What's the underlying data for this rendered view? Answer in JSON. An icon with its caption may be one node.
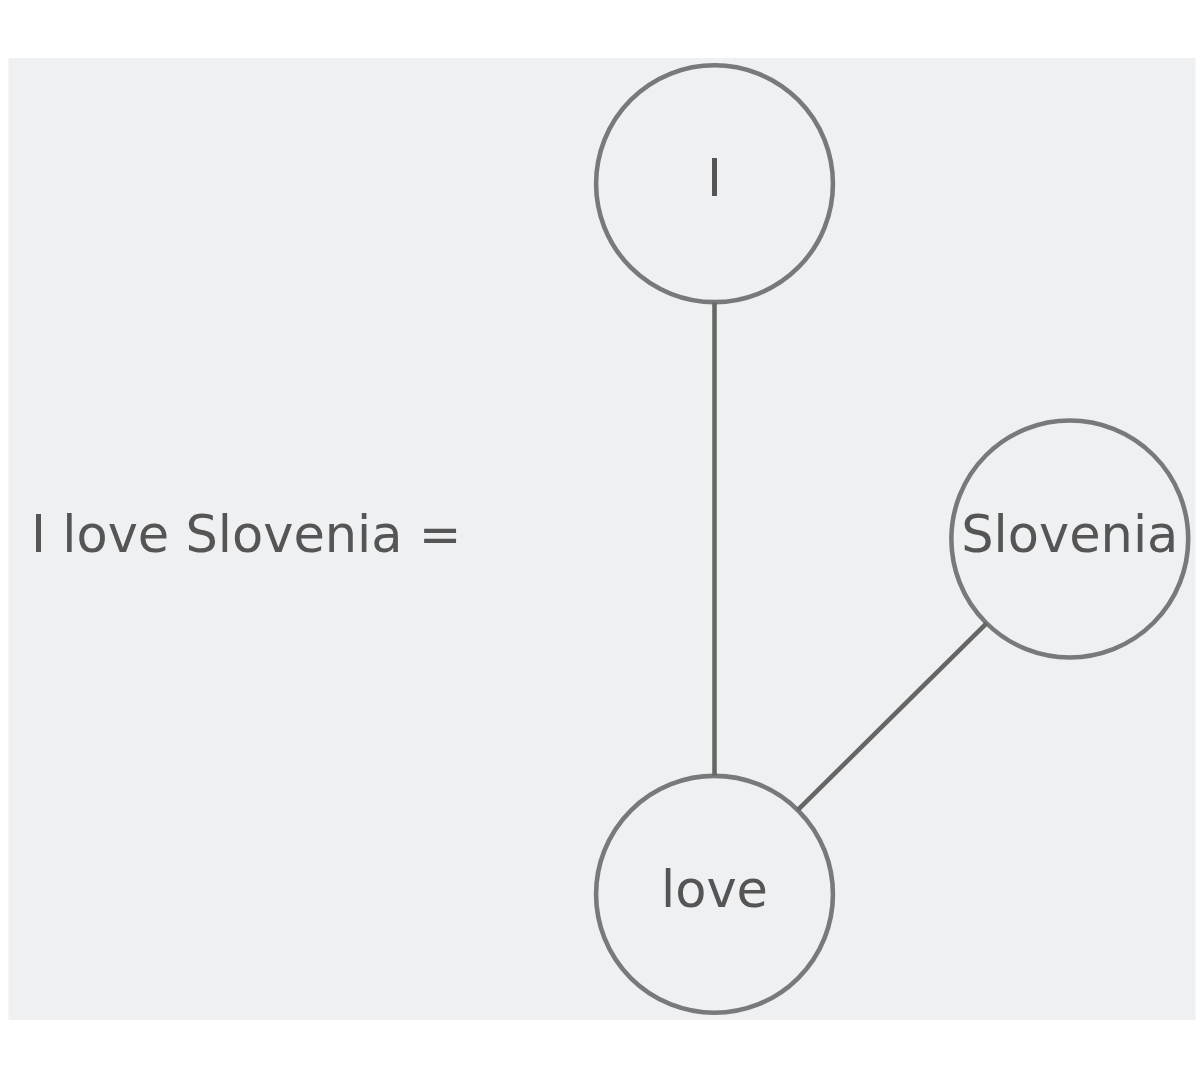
{
  "diagram": {
    "nodes": [
      {
        "text": [
          "I"
        ]
      },
      {
        "text": [
          "love"
        ]
      },
      {
        "text": [
          "Slovenia"
        ]
      }
    ],
    "edges": [
      {
        "from": 0,
        "to": 1,
        "arrow": "none"
      },
      {
        "from": 1,
        "to": 2,
        "arrow": "none"
      }
    ],
    "labels": [
      "I love Slovenia ="
    ]
  }
}
